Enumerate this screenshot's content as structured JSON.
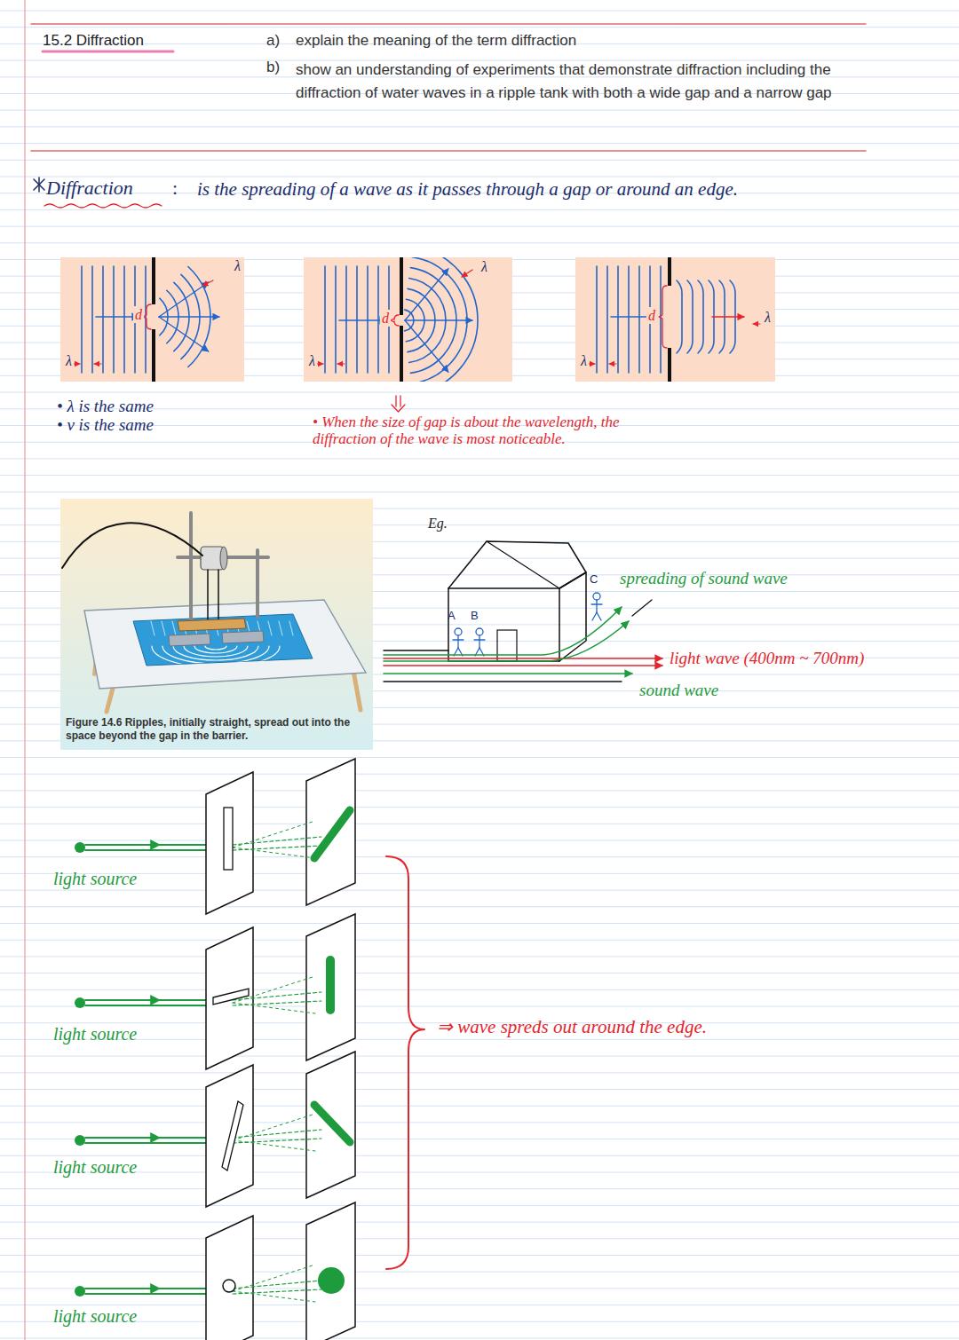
{
  "diagram": {
    "title": "15.2 Diffraction",
    "nodes": [
      {
        "text": [
          "Figure 14.6 Ripples, initially straight, spread out into the space beyond the gap in the barrier."
        ]
      }
    ],
    "labels": [
      "a)",
      "explain the meaning of the term diffraction",
      "b)",
      "show an understanding of experiments that demonstrate diffraction including the diffraction of water waves in a ripple tank with both a wide gap and a narrow gap",
      "Diffraction",
      ":",
      "is the spreading of a wave as it passes through a gap or around an edge.",
      "λ",
      "d",
      "λ",
      "λ",
      "d",
      "λ",
      "λ",
      "d",
      "λ",
      "• λ is the same",
      "• ν is the same",
      "• When the size of gap is about the wavelength, the diffraction of the wave is most noticeable.",
      "Eg.",
      "A",
      "B",
      "C",
      "spreading of sound wave",
      "light wave (400nm ~ 700nm)",
      "sound wave",
      "light source",
      "light source",
      "light source",
      "light source",
      "⇒ wave spreds out around the edge."
    ]
  }
}
